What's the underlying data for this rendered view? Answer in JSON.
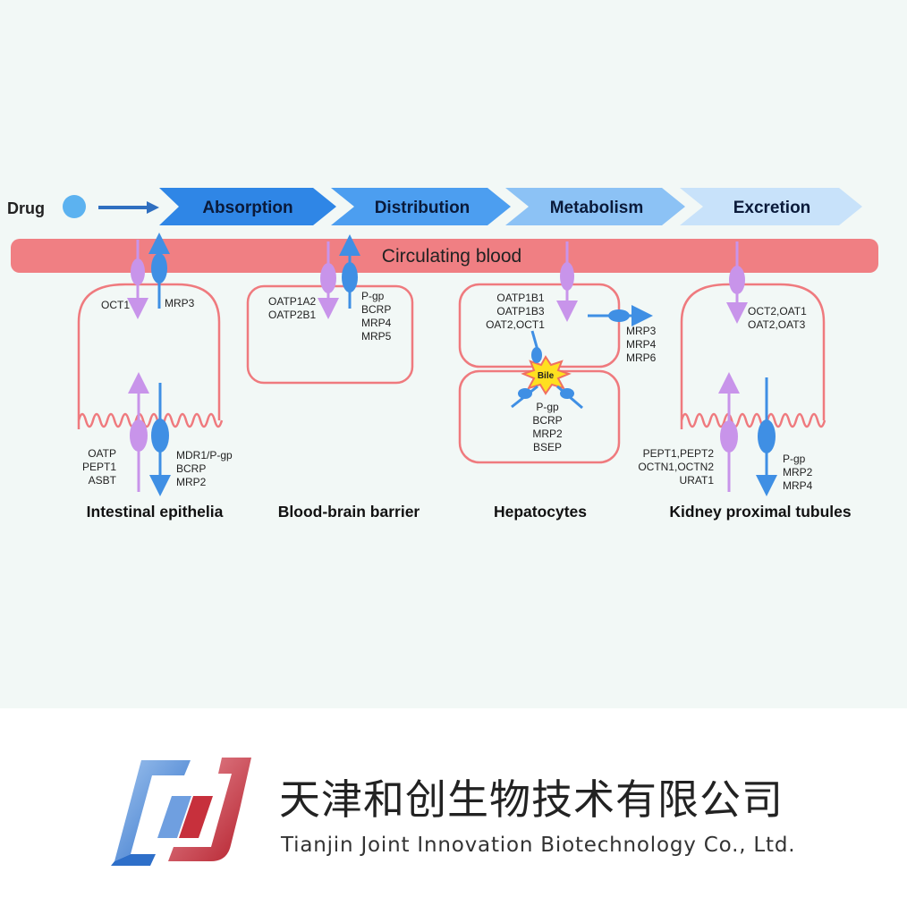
{
  "drug_label": "Drug",
  "stages": [
    "Absorption",
    "Distribution",
    "Metabolism",
    "Excretion"
  ],
  "blood_label": "Circulating blood",
  "intestine": {
    "top_left": "OCT1",
    "top_right": "MRP3",
    "bottom_left": [
      "OATP",
      "PEPT1",
      "ASBT"
    ],
    "bottom_right": [
      "MDR1/P-gp",
      "BCRP",
      "MRP2"
    ],
    "caption": "Intestinal epithelia"
  },
  "bbb": {
    "left": [
      "OATP1A2",
      "OATP2B1"
    ],
    "right": [
      "P-gp",
      "BCRP",
      "MRP4",
      "MRP5"
    ],
    "caption": "Blood-brain barrier"
  },
  "hepatocytes": {
    "upper": [
      "OATP1B1",
      "OATP1B3",
      "OAT2,OCT1"
    ],
    "side": [
      "MRP3",
      "MRP4",
      "MRP6"
    ],
    "bile": "Bile",
    "lower": [
      "P-gp",
      "BCRP",
      "MRP2",
      "BSEP"
    ],
    "caption": "Hepatocytes"
  },
  "kidney": {
    "top": [
      "OCT2,OAT1",
      "OAT2,OAT3"
    ],
    "bottom_left": [
      "PEPT1,PEPT2",
      "OCTN1,OCTN2",
      "URAT1"
    ],
    "bottom_right": [
      "P-gp",
      "MRP2",
      "MRP4"
    ],
    "caption": "Kidney proximal tubules"
  },
  "company": {
    "name_cn": "天津和创生物技术有限公司",
    "name_en": "Tianjin Joint Innovation Biotechnology Co., Ltd."
  },
  "colors": {
    "stage_fills": [
      "#2f86e6",
      "#4c9ef0",
      "#8cc2f5",
      "#c8e2fa"
    ],
    "blood": "#f07f83",
    "cell_outline": "#ef7a7e",
    "influx": "#c894ea",
    "efflux": "#3f8fe4",
    "drug": "#5cb2f0"
  }
}
